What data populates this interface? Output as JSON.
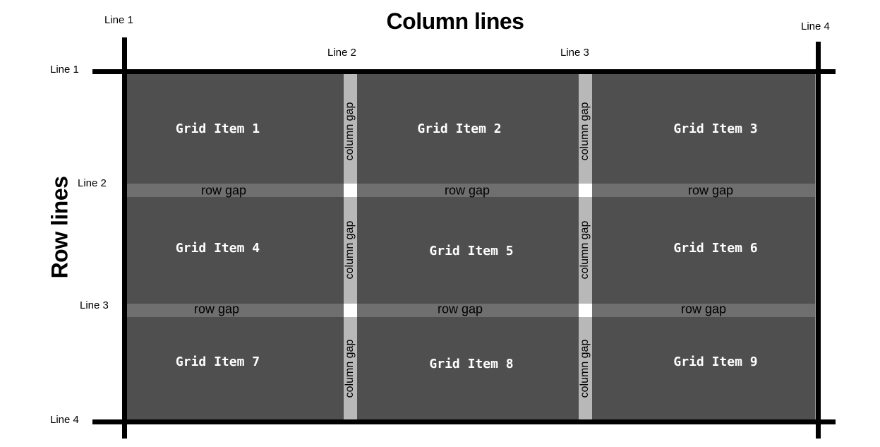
{
  "titles": {
    "column_lines": "Column lines",
    "row_lines": "Row lines"
  },
  "column_line_labels": [
    "Line 1",
    "Line 2",
    "Line 3",
    "Line 4"
  ],
  "row_line_labels": [
    "Line 1",
    "Line 2",
    "Line 3",
    "Line 4"
  ],
  "grid_items": [
    "Grid Item 1",
    "Grid Item 2",
    "Grid Item 3",
    "Grid Item 4",
    "Grid Item 5",
    "Grid Item 6",
    "Grid Item 7",
    "Grid Item 8",
    "Grid Item 9"
  ],
  "gap_labels": {
    "row": "row gap",
    "column": "column gap"
  },
  "colors": {
    "cell_fill": "#4f4f4f",
    "row_gap_fill": "#6f6f6f",
    "column_gap_fill": "#b8b8b8",
    "line_color": "#000000"
  }
}
